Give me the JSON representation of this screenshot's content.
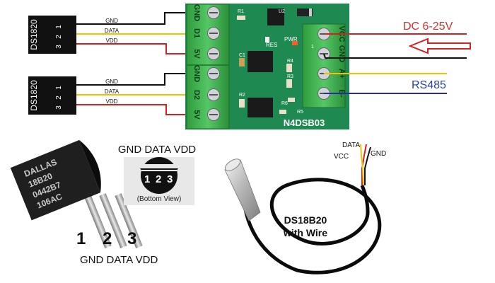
{
  "sensors": [
    {
      "name": "DS1820",
      "pins": [
        "1",
        "2",
        "3"
      ],
      "signals": [
        "GND",
        "DATA",
        "VDD"
      ]
    },
    {
      "name": "DS1820",
      "pins": [
        "1",
        "2",
        "3"
      ],
      "signals": [
        "GND",
        "DATA",
        "VDD"
      ]
    }
  ],
  "board": {
    "name": "N4DSB03",
    "left_terminal_labels": [
      "GND",
      "D1",
      "5V",
      "GND",
      "D2",
      "5V"
    ],
    "right_terminal_labels": [
      "VCC",
      "GND",
      "A+",
      "B-"
    ],
    "silkscreen": {
      "r1": "R1",
      "u2": "U2",
      "res": "RES",
      "pwr": "PWR",
      "c1": "C1",
      "r4": "R4",
      "r3": "R3",
      "r2": "R2",
      "r6": "R6",
      "r5": "R5",
      "j2": "1"
    }
  },
  "power_label": "DC 6-25V",
  "bus_label": "RS485",
  "pinout": {
    "header": "GND DATA VDD",
    "pins": [
      "1",
      "2",
      "3"
    ],
    "caption": "(Bottom View)"
  },
  "to92": {
    "marking": [
      "DALLAS",
      "18B20",
      "0442B7",
      "106AC"
    ],
    "pin_numbers": [
      "1",
      "2",
      "3"
    ],
    "pin_names": "GND DATA VDD"
  },
  "probe": {
    "wires": [
      "DATA",
      "VCC",
      "GND"
    ],
    "title_line1": "DS18B20",
    "title_line2": "with Wire"
  },
  "colors": {
    "board_green": "#1e8a52",
    "terminal_green": "#3cb44b",
    "wire_black": "#111111",
    "wire_yellow": "#f2c200",
    "wire_red": "#d32020",
    "wire_blue": "#2a2aa8",
    "power_red": "#d32f2f",
    "rs485_blue": "#2b3fb0"
  }
}
